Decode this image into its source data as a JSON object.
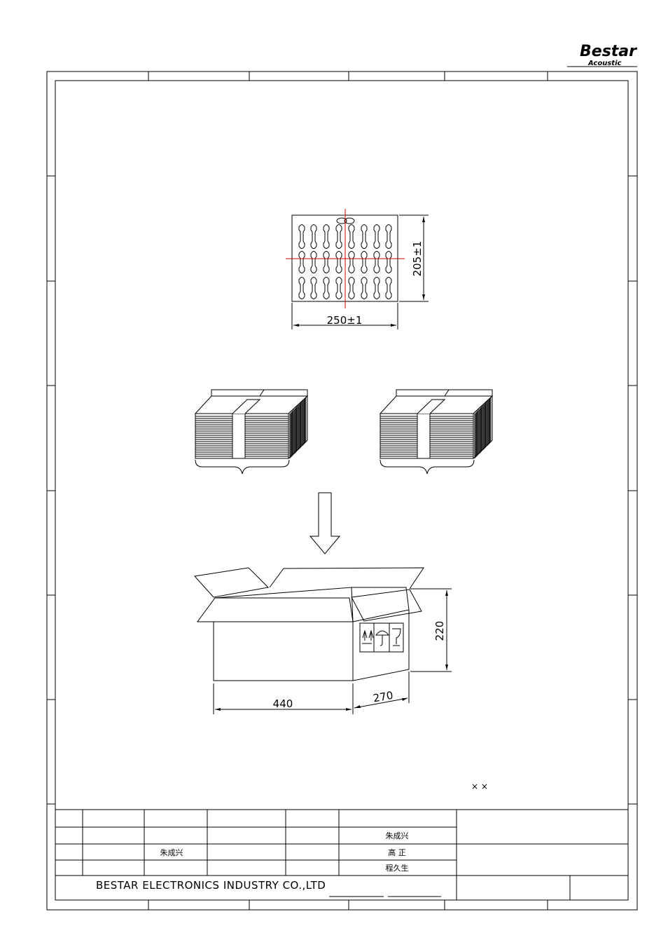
{
  "logo": {
    "brand": "Bestar",
    "sub": "Acoustic"
  },
  "tray": {
    "width_label": "250±1",
    "height_label": "205±1"
  },
  "box": {
    "length_label": "440",
    "width_label": "270",
    "height_label": "220"
  },
  "note_marks": "× ×",
  "title_block": {
    "drawn_by": "朱成兴",
    "designer": "朱成兴",
    "checker": "高  正",
    "approver": "程久生",
    "company": "BESTAR ELECTRONICS INDUSTRY CO.,LTD"
  }
}
